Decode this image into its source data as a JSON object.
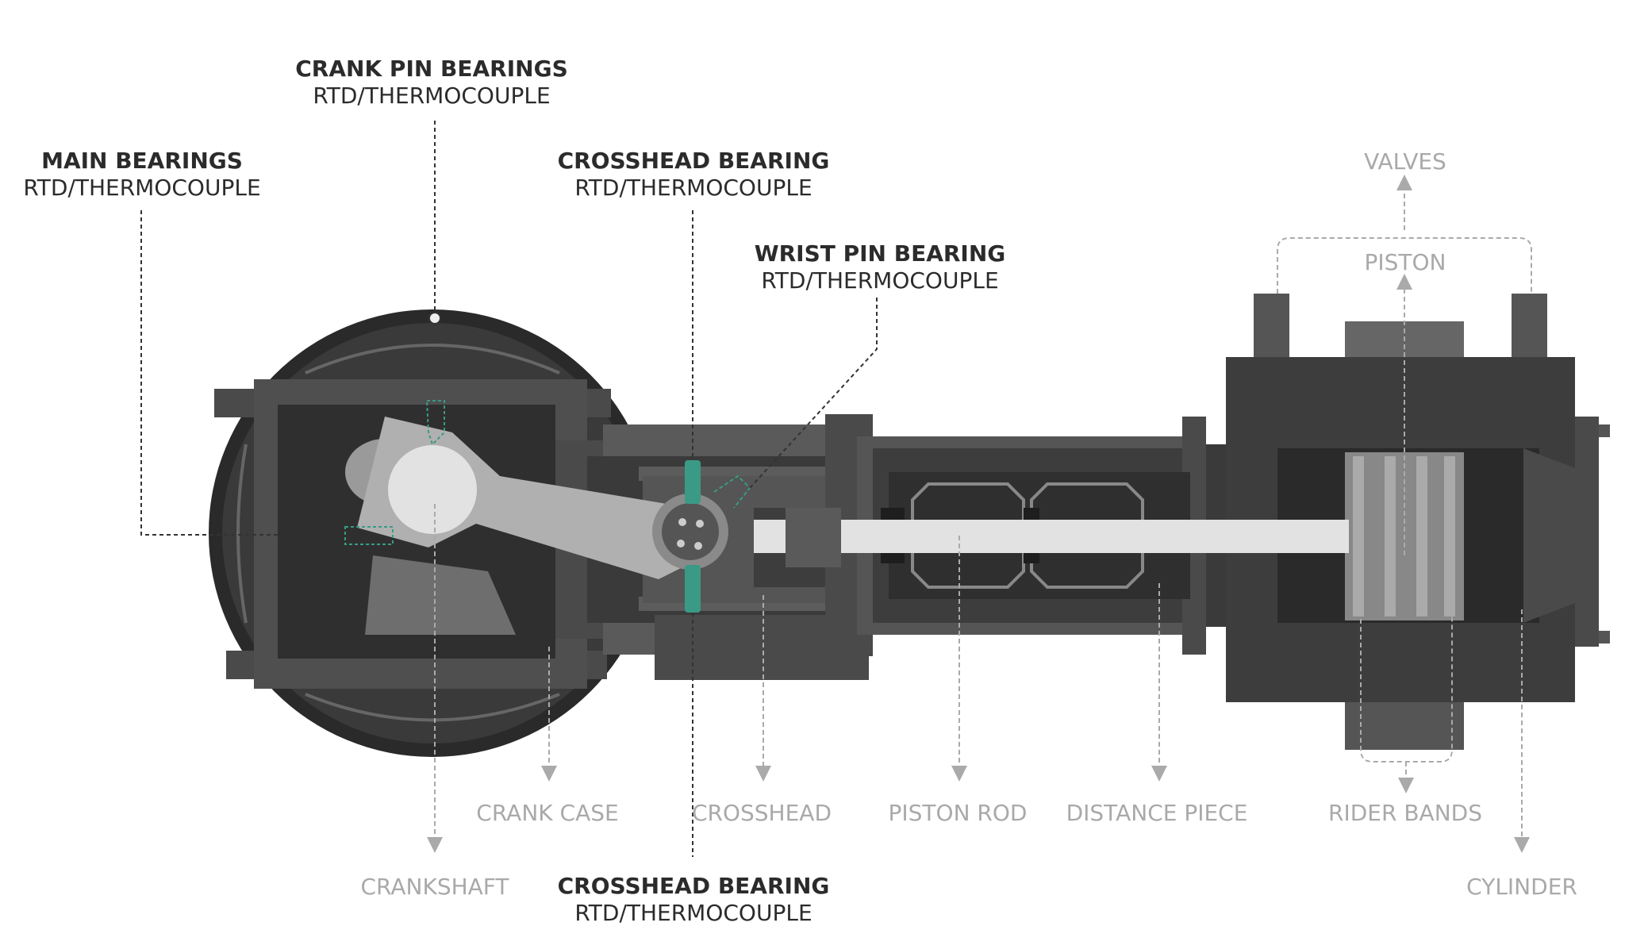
{
  "sensor_labels": {
    "crank_pin": {
      "title": "CRANK PIN BEARINGS",
      "sub": "RTD/THERMOCOUPLE"
    },
    "main": {
      "title": "MAIN BEARINGS",
      "sub": "RTD/THERMOCOUPLE"
    },
    "crosshead_top": {
      "title": "CROSSHEAD BEARING",
      "sub": "RTD/THERMOCOUPLE"
    },
    "wrist_pin": {
      "title": "WRIST PIN BEARING",
      "sub": "RTD/THERMOCOUPLE"
    },
    "crosshead_bottom": {
      "title": "CROSSHEAD BEARING",
      "sub": "RTD/THERMOCOUPLE"
    }
  },
  "component_labels": {
    "valves": "VALVES",
    "piston": "PISTON",
    "crank_case": "CRANK CASE",
    "crosshead": "CROSSHEAD",
    "piston_rod": "PISTON ROD",
    "distance_piece": "DISTANCE PIECE",
    "rider_bands": "RIDER BANDS",
    "crankshaft": "CRANKSHAFT",
    "cylinder": "CYLINDER"
  },
  "colors": {
    "dark": "#3d3d3d",
    "mid": "#555555",
    "light": "#6a6a6a",
    "rod": "#b0b0b0",
    "rod_light": "#e2e2e2",
    "sensor": "#3a9a86",
    "leader_dark": "#333333",
    "leader_gray": "#aaaaaa"
  }
}
